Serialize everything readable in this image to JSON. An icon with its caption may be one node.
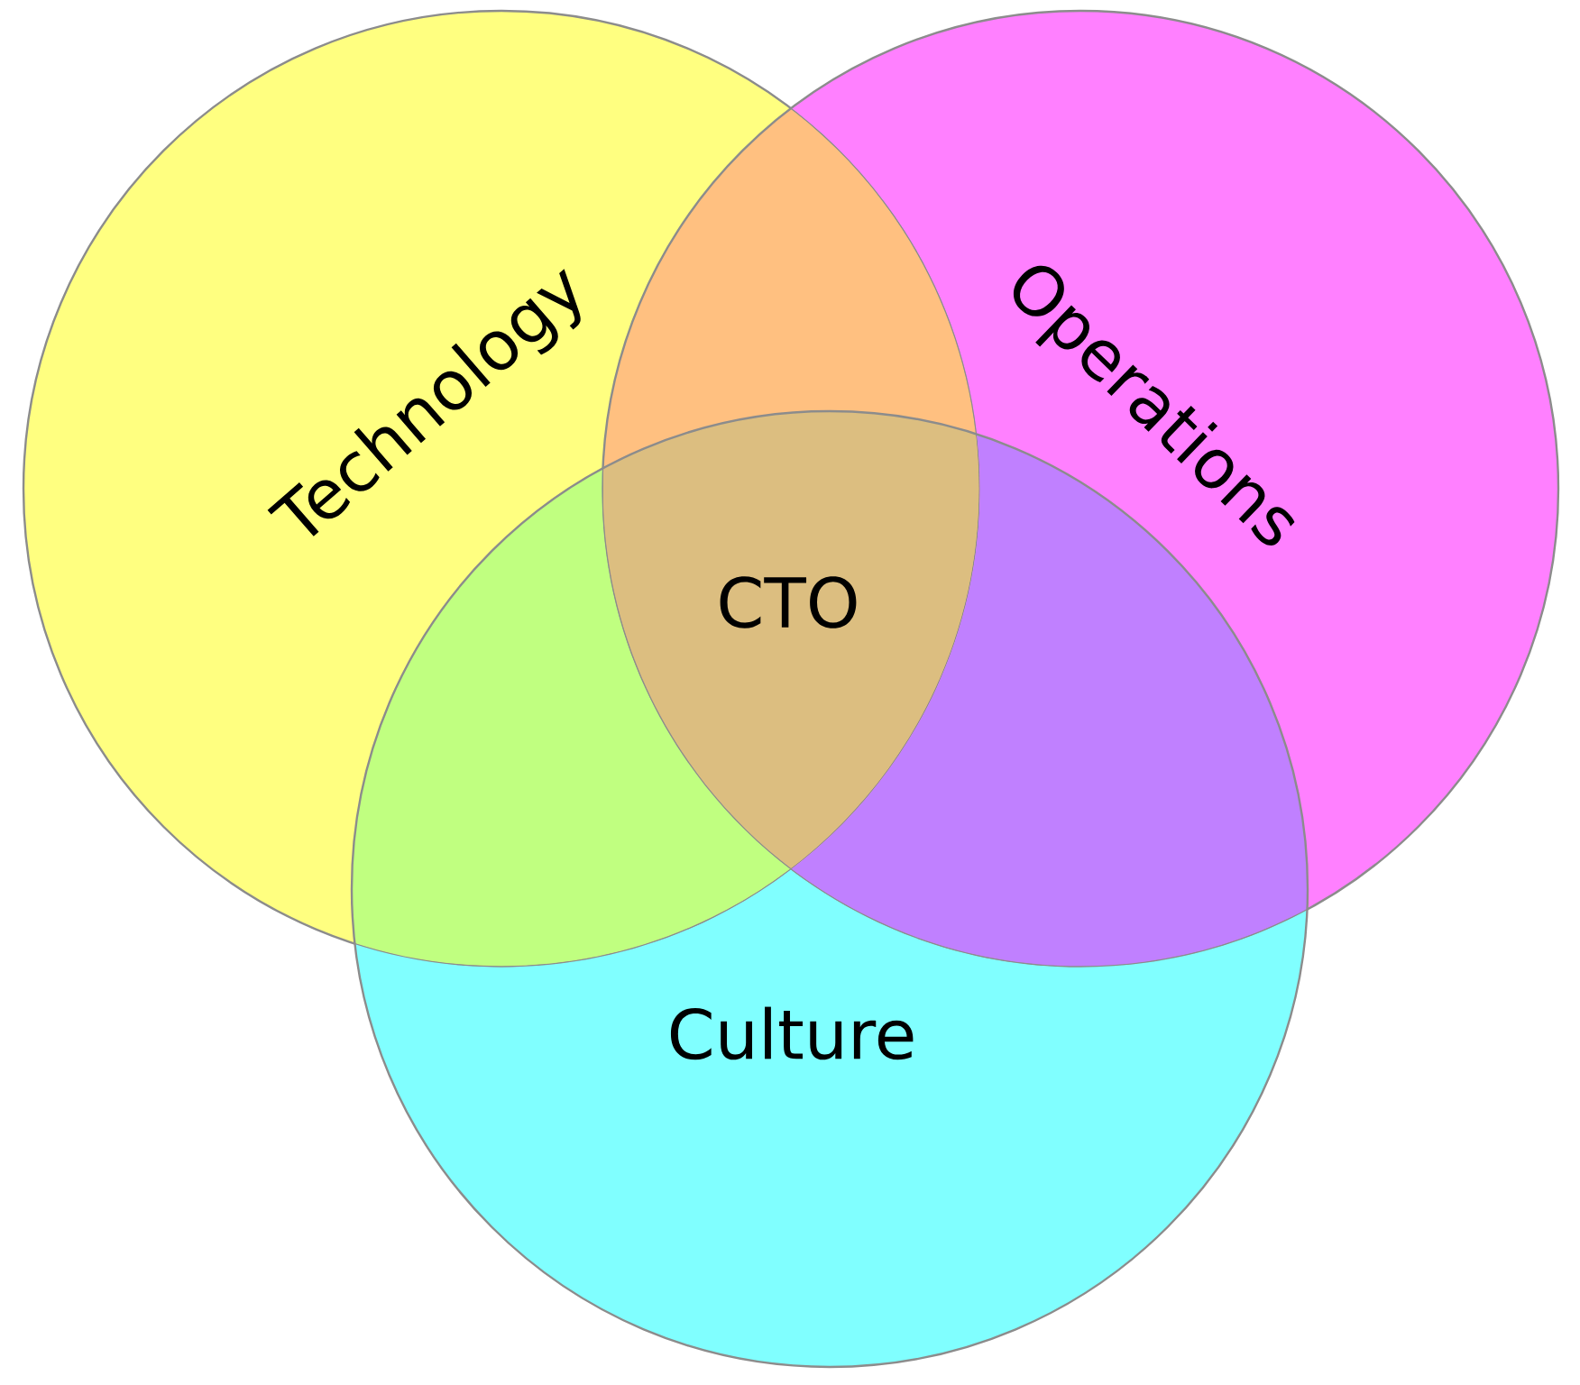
{
  "diagram": {
    "nodes": [
      {
        "text": [
          "Technology"
        ]
      },
      {
        "text": [
          "Operations"
        ]
      },
      {
        "text": [
          "Culture"
        ]
      }
    ],
    "labels": [
      "CTO"
    ]
  }
}
